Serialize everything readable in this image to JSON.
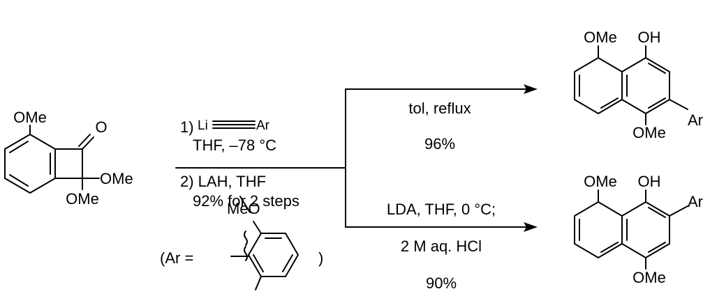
{
  "start_material": {
    "ome_top": "OMe",
    "carbonyl_o": "O",
    "ome_right": "OMe",
    "ome_bottom": "OMe"
  },
  "step1": {
    "line1_prefix": "1)",
    "li": "Li",
    "ar": "Ar",
    "line2": "THF, –78 °C",
    "line3": "2) LAH, THF",
    "line4": "92% for 2 steps"
  },
  "ar_definition": {
    "prefix": "(Ar =",
    "meo": "MeO",
    "suffix": ")"
  },
  "upper_path": {
    "conditions": "tol, reflux",
    "yield": "96%"
  },
  "lower_path": {
    "conditions1": "LDA, THF, 0 °C;",
    "conditions2": "2 M aq. HCl",
    "yield": "90%"
  },
  "product_top": {
    "ome_peri": "OMe",
    "oh": "OH",
    "ar": "Ar",
    "ome_bottom": "OMe"
  },
  "product_bottom": {
    "ome_peri": "OMe",
    "oh": "OH",
    "ar": "Ar",
    "ome_bottom": "OMe"
  }
}
